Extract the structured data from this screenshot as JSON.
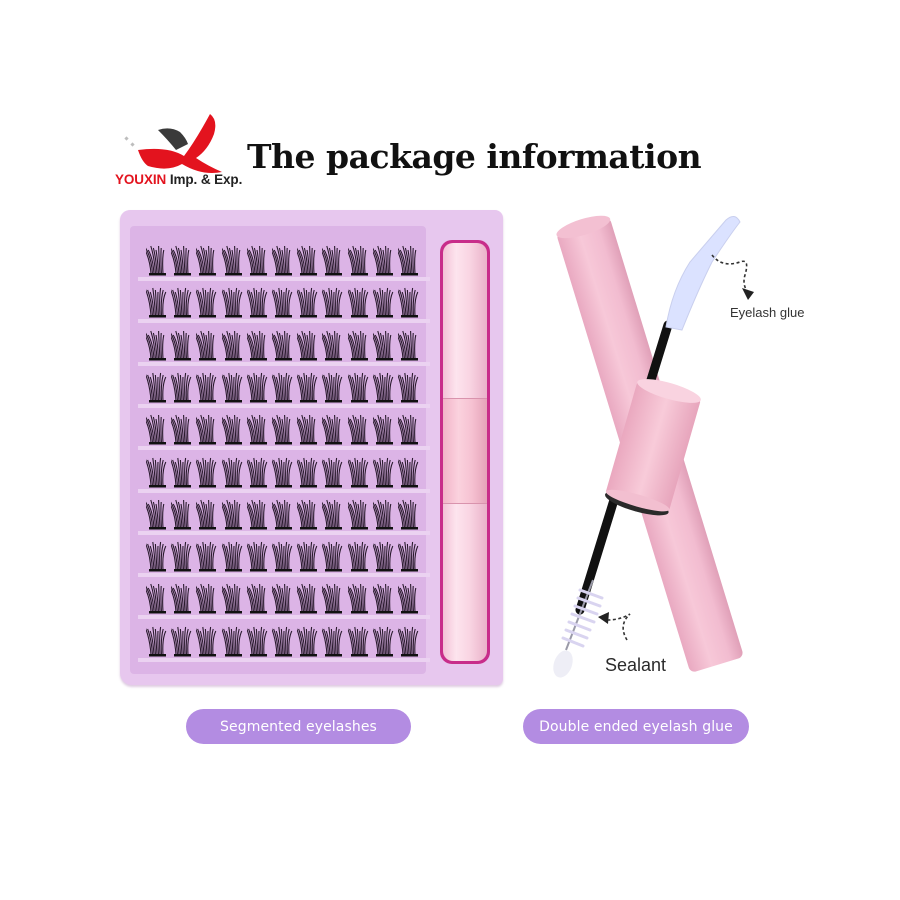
{
  "header": {
    "logo": {
      "icon": "red-bird-x-logo-icon",
      "brand": "YOUXIN",
      "suffix": " Imp. & Exp."
    },
    "title": "The package information"
  },
  "product_left": {
    "name": "eyelash-tray",
    "rows": 10,
    "clusters_per_row": 11,
    "tray_color": "#e7c7ee",
    "label": "Segmented eyelashes"
  },
  "product_right": {
    "name": "double-ended-glue",
    "tube_color": "#f4bfd3",
    "callouts": {
      "top": "Eyelash glue",
      "bottom": "Sealant"
    },
    "label": "Double ended eyelash glue"
  },
  "colors": {
    "pill_bg": "#b38ce2",
    "pill_text": "#ffffff",
    "brand_red": "#e3131e"
  }
}
